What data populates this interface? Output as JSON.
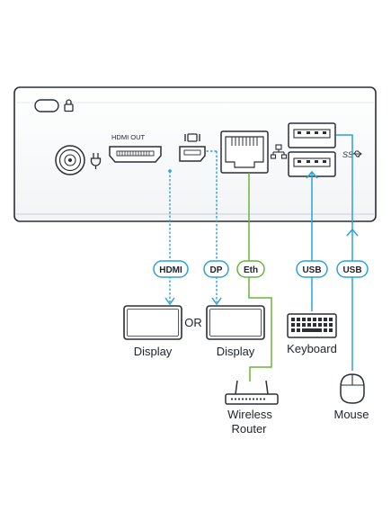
{
  "port_labels": {
    "hdmi_out": "HDMI OUT"
  },
  "cable_labels": {
    "hdmi": "HDMI",
    "dp": "DP",
    "eth": "Eth",
    "usb_keyboard": "USB",
    "usb_mouse": "USB"
  },
  "devices": {
    "or_text": "OR",
    "display_left": "Display",
    "display_right": "Display",
    "keyboard": "Keyboard",
    "router_line1": "Wireless",
    "router_line2": "Router",
    "mouse": "Mouse"
  },
  "colors": {
    "cable_blue": "#2ba3d9",
    "cable_green": "#6db33f",
    "outline": "#2a2f36",
    "device_fill": "#ffffff",
    "panel_shadow": "#dfe3e7"
  },
  "icons": {
    "kensington_lock": "lock-icon",
    "power": "power-plug-icon",
    "displayport_logo": "displayport-logo-icon",
    "network": "network-icon",
    "usb_superspeed": "usb-superspeed-icon"
  }
}
